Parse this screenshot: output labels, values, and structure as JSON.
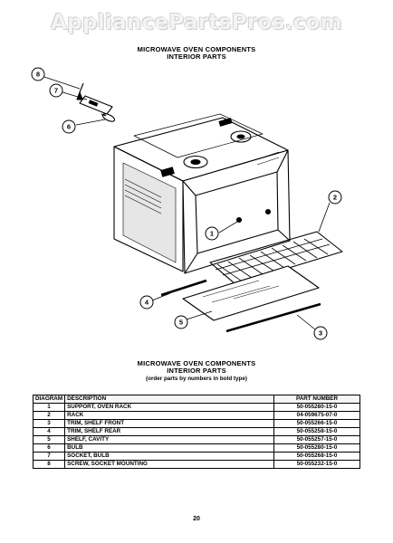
{
  "watermark": "AppliancePartsPros.com",
  "header": {
    "title": "MICROWAVE OVEN COMPONENTS",
    "subtitle": "INTERIOR PARTS"
  },
  "callouts": [
    "1",
    "2",
    "3",
    "4",
    "5",
    "6",
    "7",
    "8"
  ],
  "table_section": {
    "title": "MICROWAVE OVEN COMPONENTS",
    "subtitle": "INTERIOR PARTS",
    "note": "(order parts by numbers in bold type)",
    "columns": {
      "diagram": "DIAGRAM",
      "description": "DESCRIPTION",
      "part_number": "PART NUMBER"
    },
    "rows": [
      {
        "diagram": "1",
        "description": "SUPPORT, OVEN RACK",
        "part_number": "50-055280-15-0"
      },
      {
        "diagram": "2",
        "description": "RACK",
        "part_number": "04-059675-07-0"
      },
      {
        "diagram": "3",
        "description": "TRIM, SHELF FRONT",
        "part_number": "50-055266-15-0"
      },
      {
        "diagram": "4",
        "description": "TRIM, SHELF REAR",
        "part_number": "50-055258-15-0"
      },
      {
        "diagram": "5",
        "description": "SHELF, CAVITY",
        "part_number": "50-055257-15-0"
      },
      {
        "diagram": "6",
        "description": "BULB",
        "part_number": "50-055280-15-0"
      },
      {
        "diagram": "7",
        "description": "SOCKET, BULB",
        "part_number": "50-055268-15-0"
      },
      {
        "diagram": "8",
        "description": "SCREW, SOCKET MOUNTING",
        "part_number": "50-055232-15-0"
      }
    ]
  },
  "page_number": "20"
}
